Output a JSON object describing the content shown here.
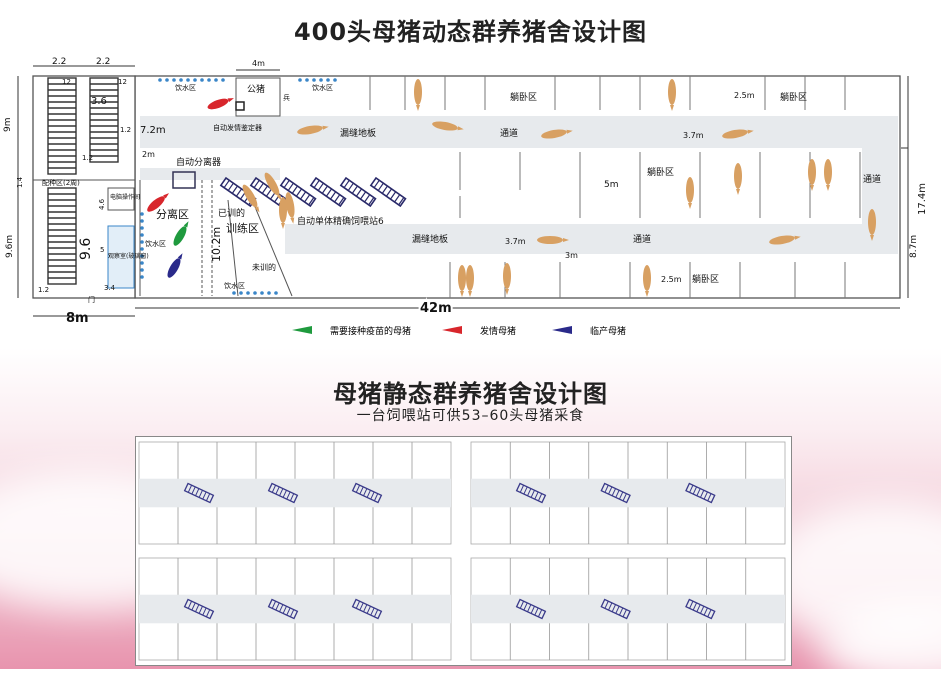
{
  "titles": {
    "dynamic": "400头母猪动态群养猪舍设计图",
    "static": "母猪静态群养猪舍设计图",
    "static_sub": "一台饲喂站可供53–60头母猪采食"
  },
  "dynamic_plan": {
    "dim_top_left_a": "2.2",
    "dim_top_left_b": "2.2",
    "dim_12a": "12",
    "dim_12b": "12",
    "dim_36": "3.6",
    "dim_12c": "1.2",
    "dim_12d": "1.2",
    "dim_9m": "9m",
    "dim_14": "1.4",
    "dim_96m": "9.6m",
    "dim_96": "9.6",
    "dim_12e": "1.2",
    "dim_46": "4.6",
    "dim_5": "5",
    "dim_34": "3.4",
    "dim_8m": "8m",
    "breeding_zone": "配种区(2周)",
    "computer_room": "电脑操作间",
    "observation_room": "观察室(玻璃窗)",
    "water_zone_1": "饮水区",
    "water_zone_2": "饮水区",
    "water_zone_3": "饮水区",
    "water_zone_4": "饮水区",
    "boar": "公猪",
    "boar_dim": "4m",
    "heat_detector": "自动发情鉴定器",
    "dim_72m": "7.2m",
    "dim_2m": "2m",
    "auto_separator": "自动分离器",
    "separation_zone": "分离区",
    "trained": "已训的",
    "training_zone": "训练区",
    "untrained": "未训的",
    "dim_102m": "10.2m",
    "feeding_station": "自动单体精确饲喂站6",
    "slatted_floor_1": "漏缝地板",
    "slatted_floor_2": "漏缝地板",
    "corridor_1": "通道",
    "corridor_2": "通道",
    "corridor_3": "通道",
    "lying_1": "躺卧区",
    "lying_2": "躺卧区",
    "lying_3": "躺卧区",
    "lying_4": "躺卧区",
    "dim_25m_a": "2.5m",
    "dim_25m_b": "2.5m",
    "dim_37m_a": "3.7m",
    "dim_37m_b": "3.7m",
    "dim_5m": "5m",
    "dim_3m": "3m",
    "dim_42m": "42m",
    "dim_174m": "17.4m",
    "dim_87m": "8.7m",
    "door_mark": "门",
    "ear_mark": "兵"
  },
  "legend": {
    "green": "需要接种疫苗的母猪",
    "red": "发情母猪",
    "blue": "临产母猪"
  },
  "colors": {
    "green": "#1f9a3e",
    "red": "#d8262c",
    "blue": "#2a2a8a",
    "pig": "#d8a062",
    "water": "#3a86c8",
    "slat": "#e7eaed"
  }
}
